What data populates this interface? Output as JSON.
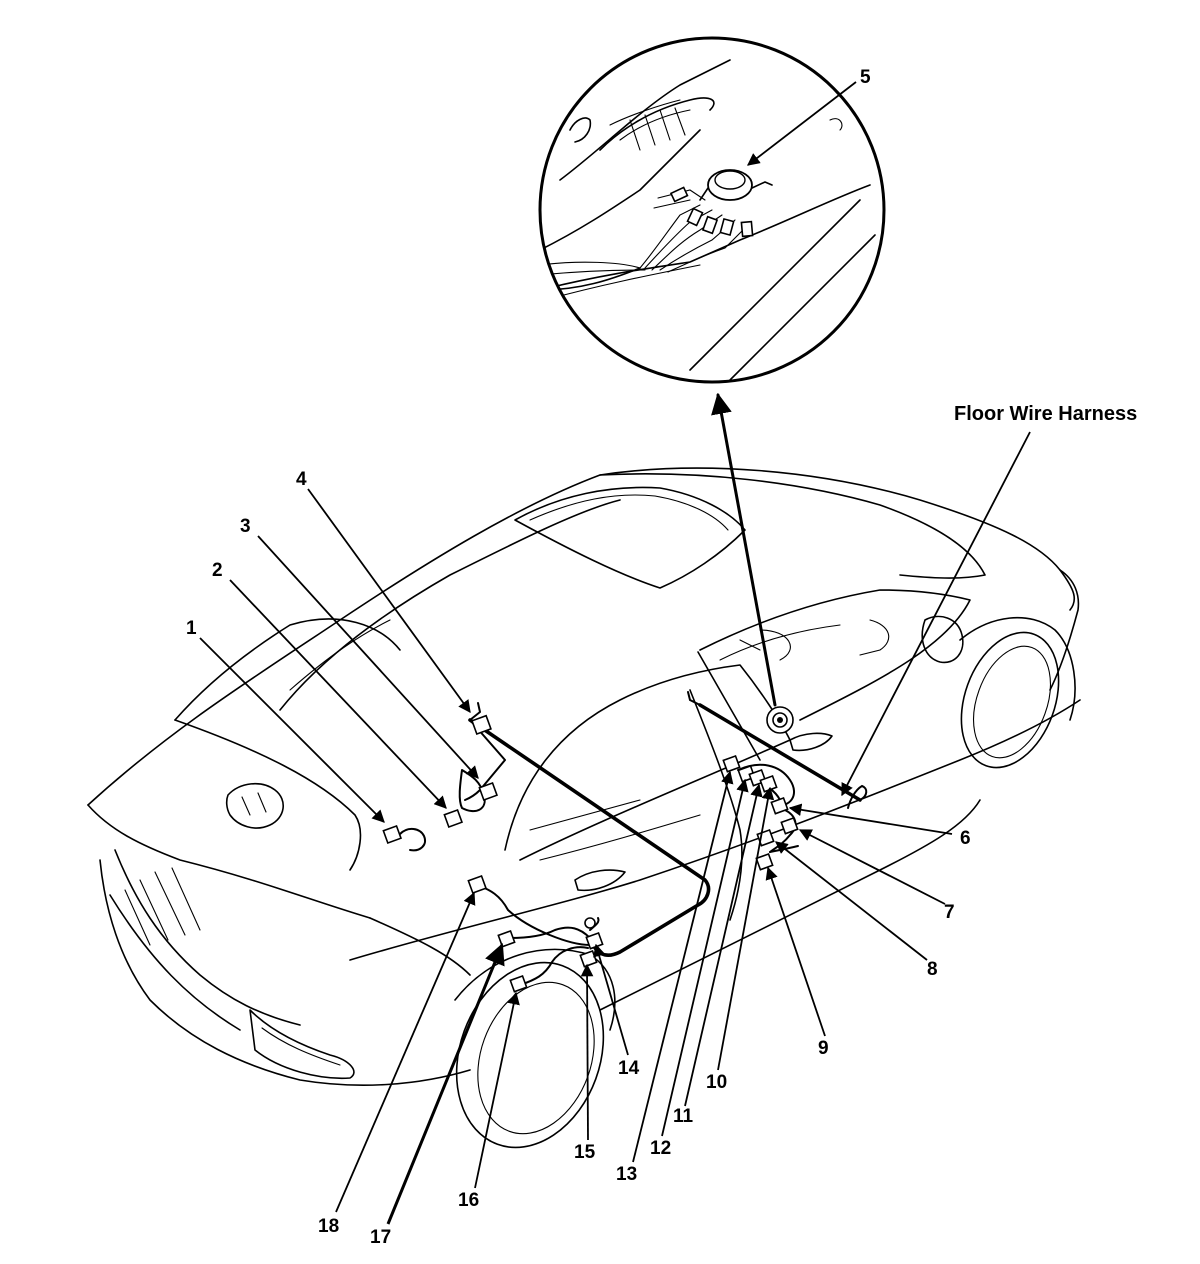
{
  "diagram": {
    "title": "Floor Wire Harness",
    "callouts": [
      "1",
      "2",
      "3",
      "4",
      "5",
      "6",
      "7",
      "8",
      "9",
      "10",
      "11",
      "12",
      "13",
      "14",
      "15",
      "16",
      "17",
      "18"
    ]
  }
}
